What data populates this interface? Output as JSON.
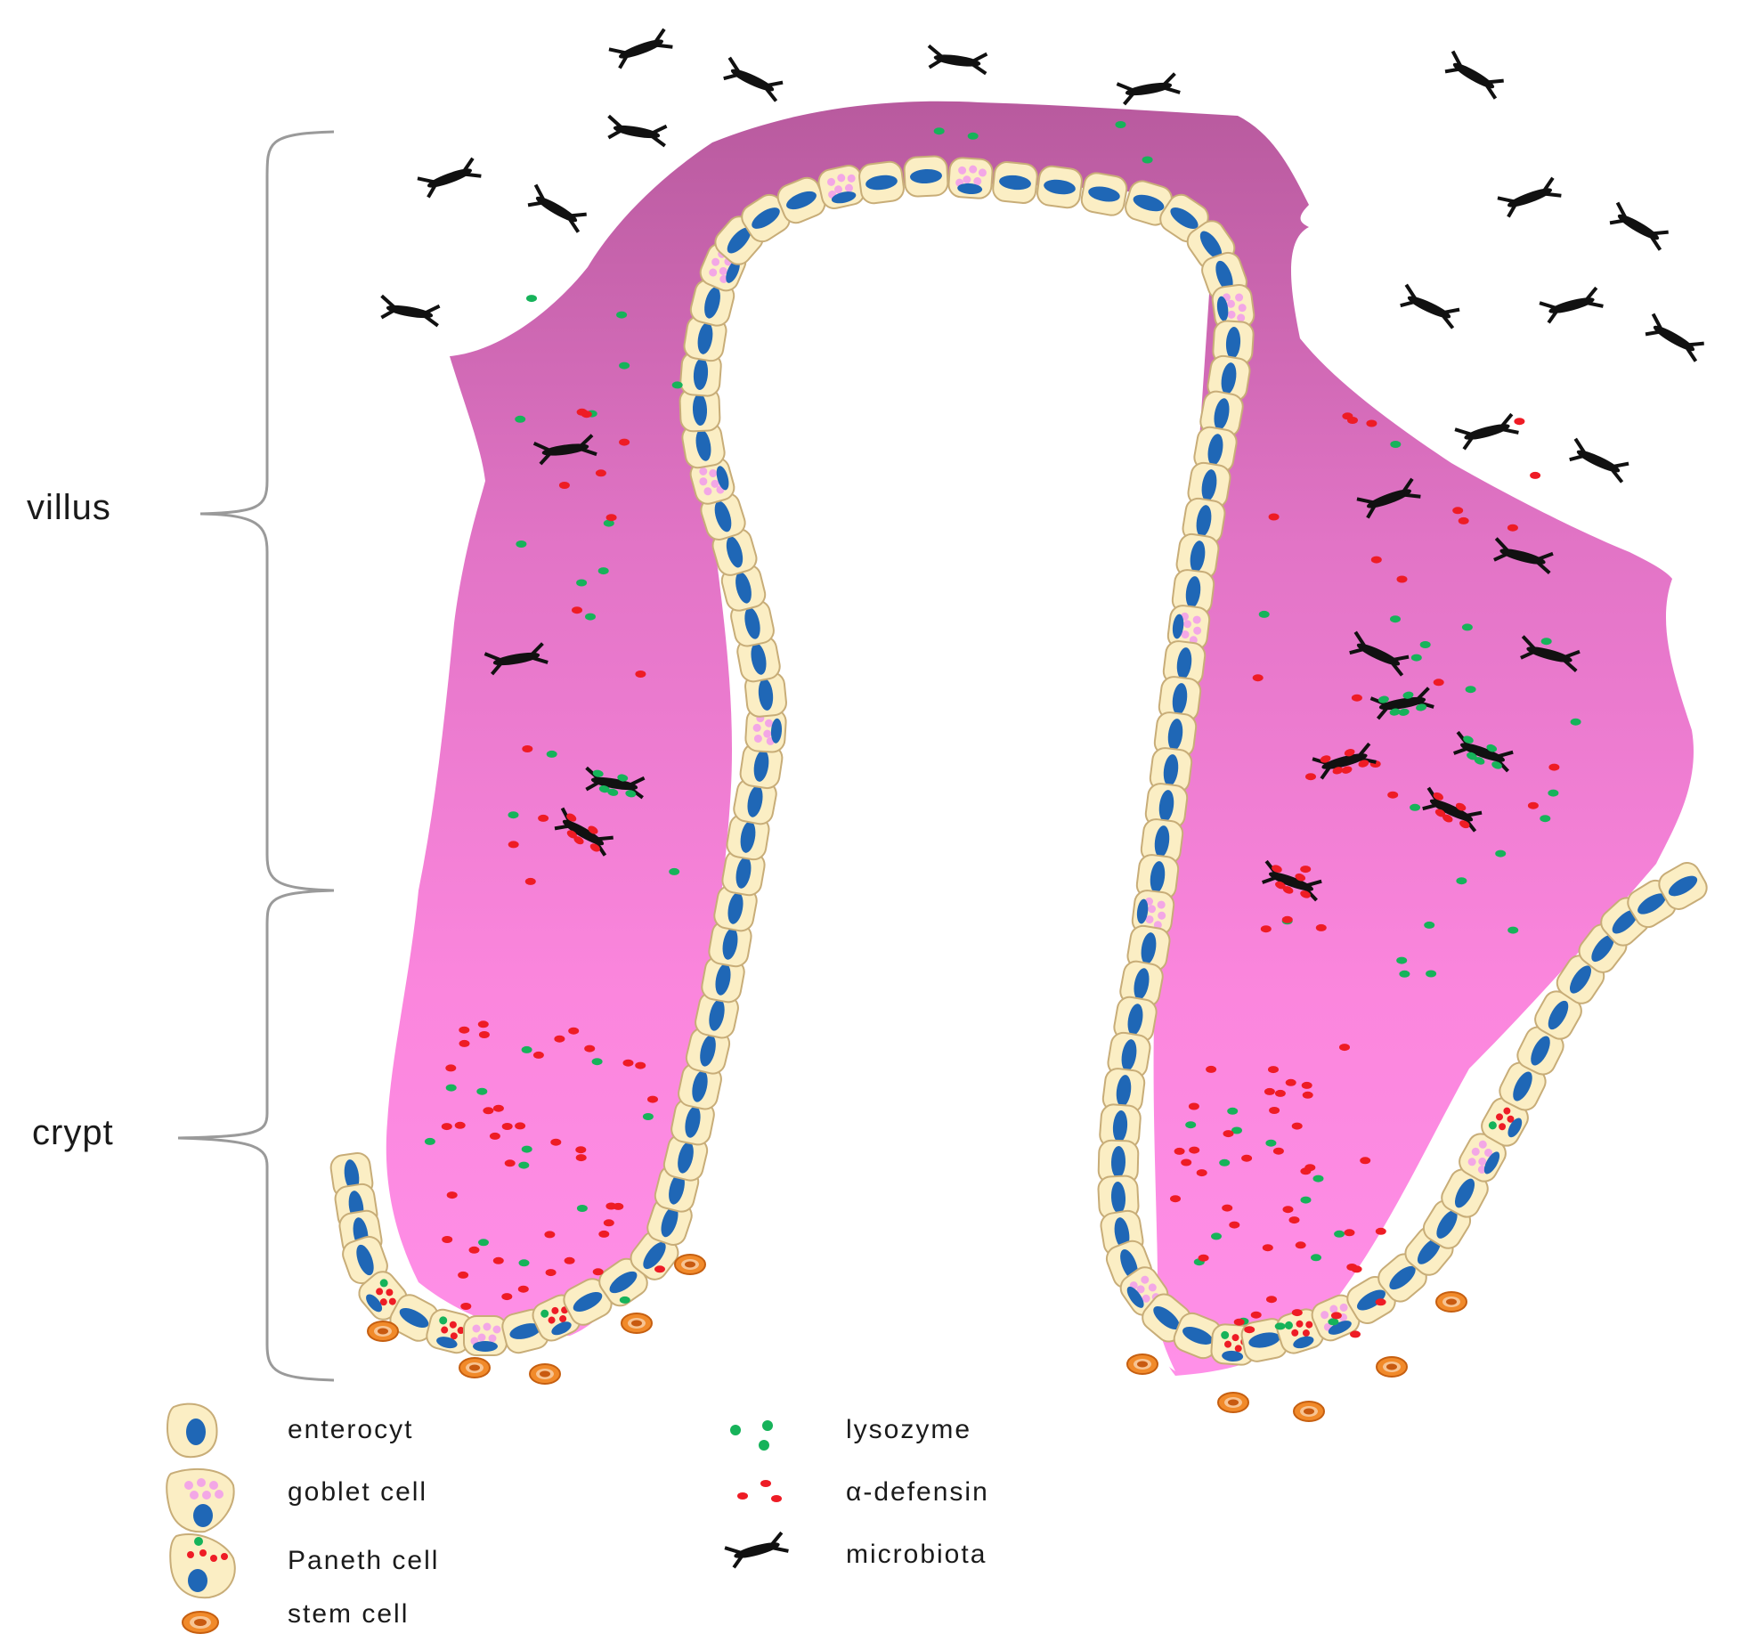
{
  "regions": {
    "villus": "villus",
    "crypt": "crypt"
  },
  "legend": {
    "enterocyte": "enterocyt",
    "goblet": "goblet cell",
    "paneth": "Paneth cell",
    "stem": "stem cell",
    "lysozyme": "lysozyme",
    "defensin": "α-defensin",
    "microbiota": "microbiota"
  },
  "colors": {
    "tissue_top": "#c063a8",
    "tissue_bottom": "#ff8ae4",
    "cell_fill": "#fbeec4",
    "nucleus": "#1f67b6",
    "goblet_granule": "#f3a7e6",
    "lysozyme": "#16b35a",
    "defensin": "#ee1c25",
    "stem_cell": "#f18a2a",
    "microbiota": "#111111"
  },
  "icons": [
    "enterocyte-icon",
    "goblet-cell-icon",
    "paneth-cell-icon",
    "stem-cell-icon",
    "lysozyme-icon",
    "defensin-icon",
    "microbiota-icon"
  ]
}
